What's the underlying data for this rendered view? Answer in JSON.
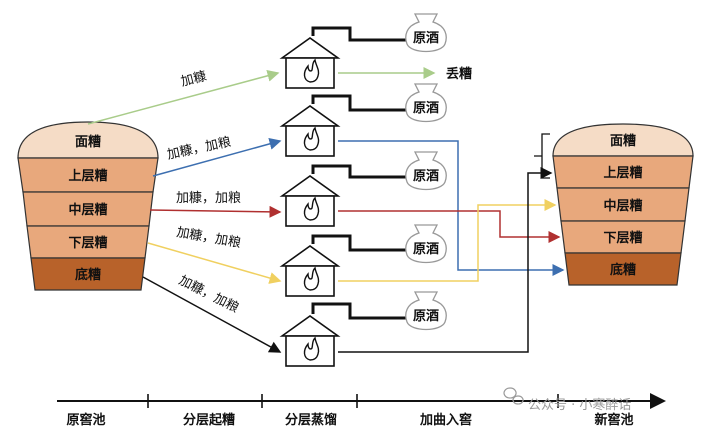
{
  "colors": {
    "layer_top": "#f5dcc6",
    "layer_mid": "#e8a87c",
    "layer_bottom": "#b8622a",
    "arrow_green": "#a9cc8a",
    "arrow_blue": "#3d6fb0",
    "arrow_red": "#b03030",
    "arrow_yellow": "#f0d060",
    "arrow_black": "#111111"
  },
  "old_pit": {
    "layers": [
      "面糟",
      "上层糟",
      "中层糟",
      "下层糟",
      "底糟"
    ]
  },
  "new_pit": {
    "layers": [
      "面糟",
      "上层糟",
      "中层糟",
      "下层糟",
      "底糟"
    ]
  },
  "edges": {
    "e1": "加糠",
    "e2": "加糠，加粮",
    "e3": "加糠，加粮",
    "e4": "加糠，加粮",
    "e5": "加糠，加粮"
  },
  "jars": [
    "原酒",
    "原酒",
    "原酒",
    "原酒",
    "原酒"
  ],
  "discard_label": "丢糟",
  "stills": {
    "icon": "flame-icon"
  },
  "timeline": {
    "stages": [
      "原窖池",
      "分层起糟",
      "分层蒸馏",
      "加曲入窖",
      "新窖池"
    ]
  },
  "watermark": "公众号 · 小寒醉话"
}
